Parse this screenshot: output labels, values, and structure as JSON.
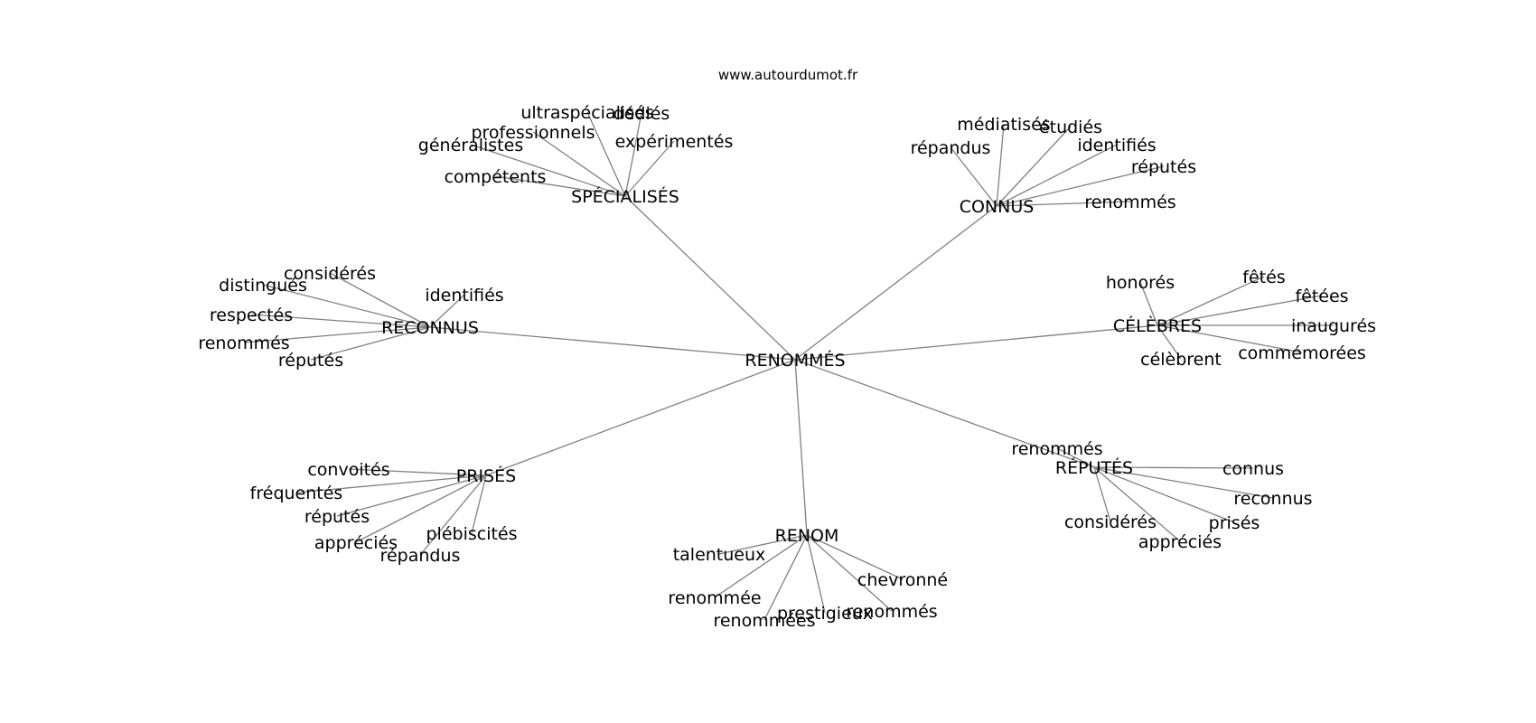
{
  "source": "www.autourdumot.fr",
  "colors": {
    "edge": "#808080",
    "text": "#000000",
    "background": "#ffffff"
  },
  "center": "RENOMMÉS",
  "clusters": [
    {
      "id": "specialises",
      "label": "SPÉCIALISÉS",
      "leaves": [
        "compétents",
        "généralistes",
        "professionnels",
        "ultraspécialisés",
        "dédiés",
        "expérimentés"
      ]
    },
    {
      "id": "connus",
      "label": "CONNUS",
      "leaves": [
        "répandus",
        "médiatisés",
        "étudiés",
        "identifiés",
        "réputés",
        "renommés"
      ]
    },
    {
      "id": "reconnus",
      "label": "RECONNUS",
      "leaves": [
        "considérés",
        "distingués",
        "identifiés",
        "respectés",
        "renommés",
        "réputés"
      ]
    },
    {
      "id": "celebres",
      "label": "CÉLÈBRES",
      "leaves": [
        "honorés",
        "fêtés",
        "fêtées",
        "inaugurés",
        "commémorées",
        "célèbrent"
      ]
    },
    {
      "id": "prises",
      "label": "PRISÉS",
      "leaves": [
        "convoités",
        "fréquentés",
        "réputés",
        "appréciés",
        "répandus",
        "plébiscités"
      ]
    },
    {
      "id": "renom",
      "label": "RENOM",
      "leaves": [
        "talentueux",
        "renommée",
        "renommées",
        "prestigieux",
        "renommés",
        "chevronné"
      ]
    },
    {
      "id": "reputes",
      "label": "RÉPUTÉS",
      "leaves": [
        "renommés",
        "connus",
        "reconnus",
        "prisés",
        "appréciés",
        "considérés"
      ]
    }
  ]
}
